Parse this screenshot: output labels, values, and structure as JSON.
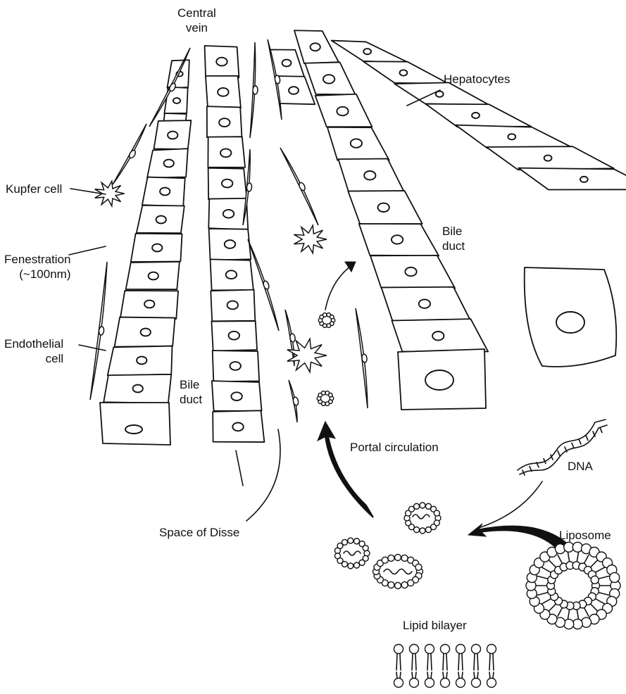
{
  "labels": {
    "central_vein": [
      "Central",
      "vein"
    ],
    "hepatocytes": "Hepatocytes",
    "kupfer_cell": "Kupfer cell",
    "fenestration": [
      "Fenestration",
      "(~100nm)"
    ],
    "endothelial_cell": [
      "Endothelial",
      "cell"
    ],
    "bile_duct_left": [
      "Bile",
      "duct"
    ],
    "bile_duct_right": [
      "Bile",
      "duct"
    ],
    "portal_circulation": "Portal circulation",
    "space_of_disse": "Space of Disse",
    "dna": "DNA",
    "liposome": "Liposome",
    "lipid_bilayer": "Lipid bilayer"
  },
  "colors": {
    "ink": "#111111",
    "background": "#ffffff"
  }
}
